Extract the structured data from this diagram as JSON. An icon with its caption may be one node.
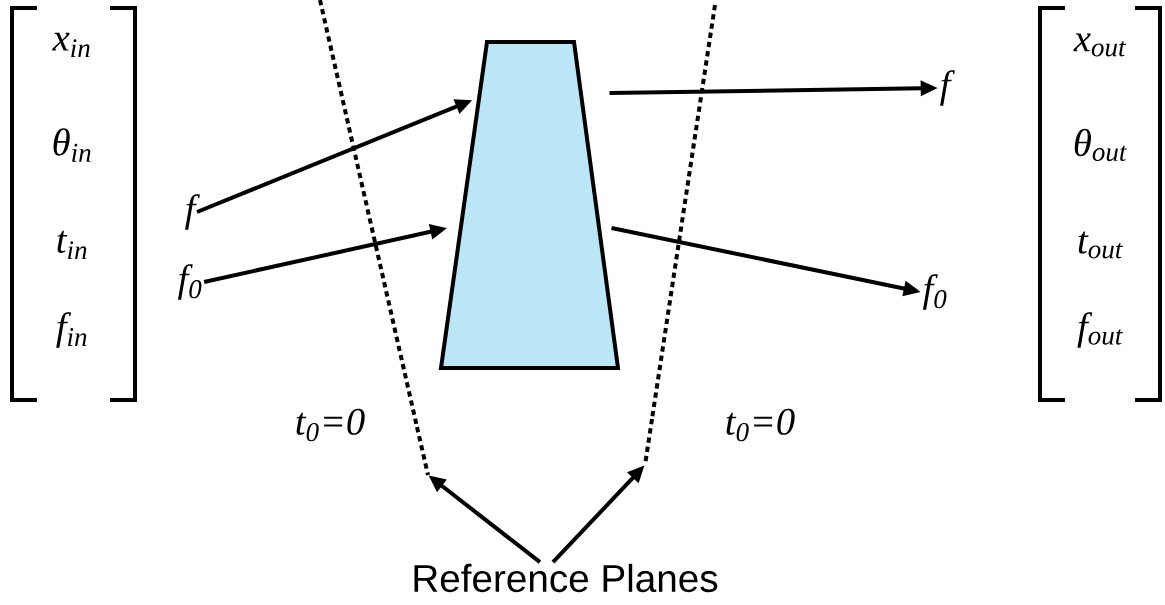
{
  "diagram": {
    "nodes": [
      {
        "text": [
          "f"
        ]
      },
      {
        "text": [
          "f$_{0}$"
        ]
      },
      {
        "text": [],
        "shape": "trapezoid"
      },
      {
        "text": [
          "f"
        ]
      },
      {
        "text": [
          "f$_{0}$"
        ]
      },
      {
        "text": [],
        "shape": "line"
      },
      {
        "text": [],
        "shape": "line"
      },
      {
        "text": [
          "Reference Planes"
        ]
      }
    ],
    "edges": [
      {
        "from": 0,
        "to": 2,
        "arrow": "to"
      },
      {
        "from": 1,
        "to": 2,
        "arrow": "to"
      },
      {
        "from": 2,
        "to": 3,
        "arrow": "to"
      },
      {
        "from": 2,
        "to": 4,
        "arrow": "to"
      },
      {
        "from": 7,
        "to": 5,
        "arrow": "to"
      },
      {
        "from": 7,
        "to": 6,
        "arrow": "to"
      }
    ],
    "labels": [
      "x$_{in}$",
      "θ$_{in}$",
      "t$_{in}$",
      "f$_{in}$",
      "x$_{out}$",
      "θ$_{out}$",
      "t$_{out}$",
      "f$_{out}$",
      "t$_{0}$=0",
      "t$_{0}$=0"
    ]
  }
}
